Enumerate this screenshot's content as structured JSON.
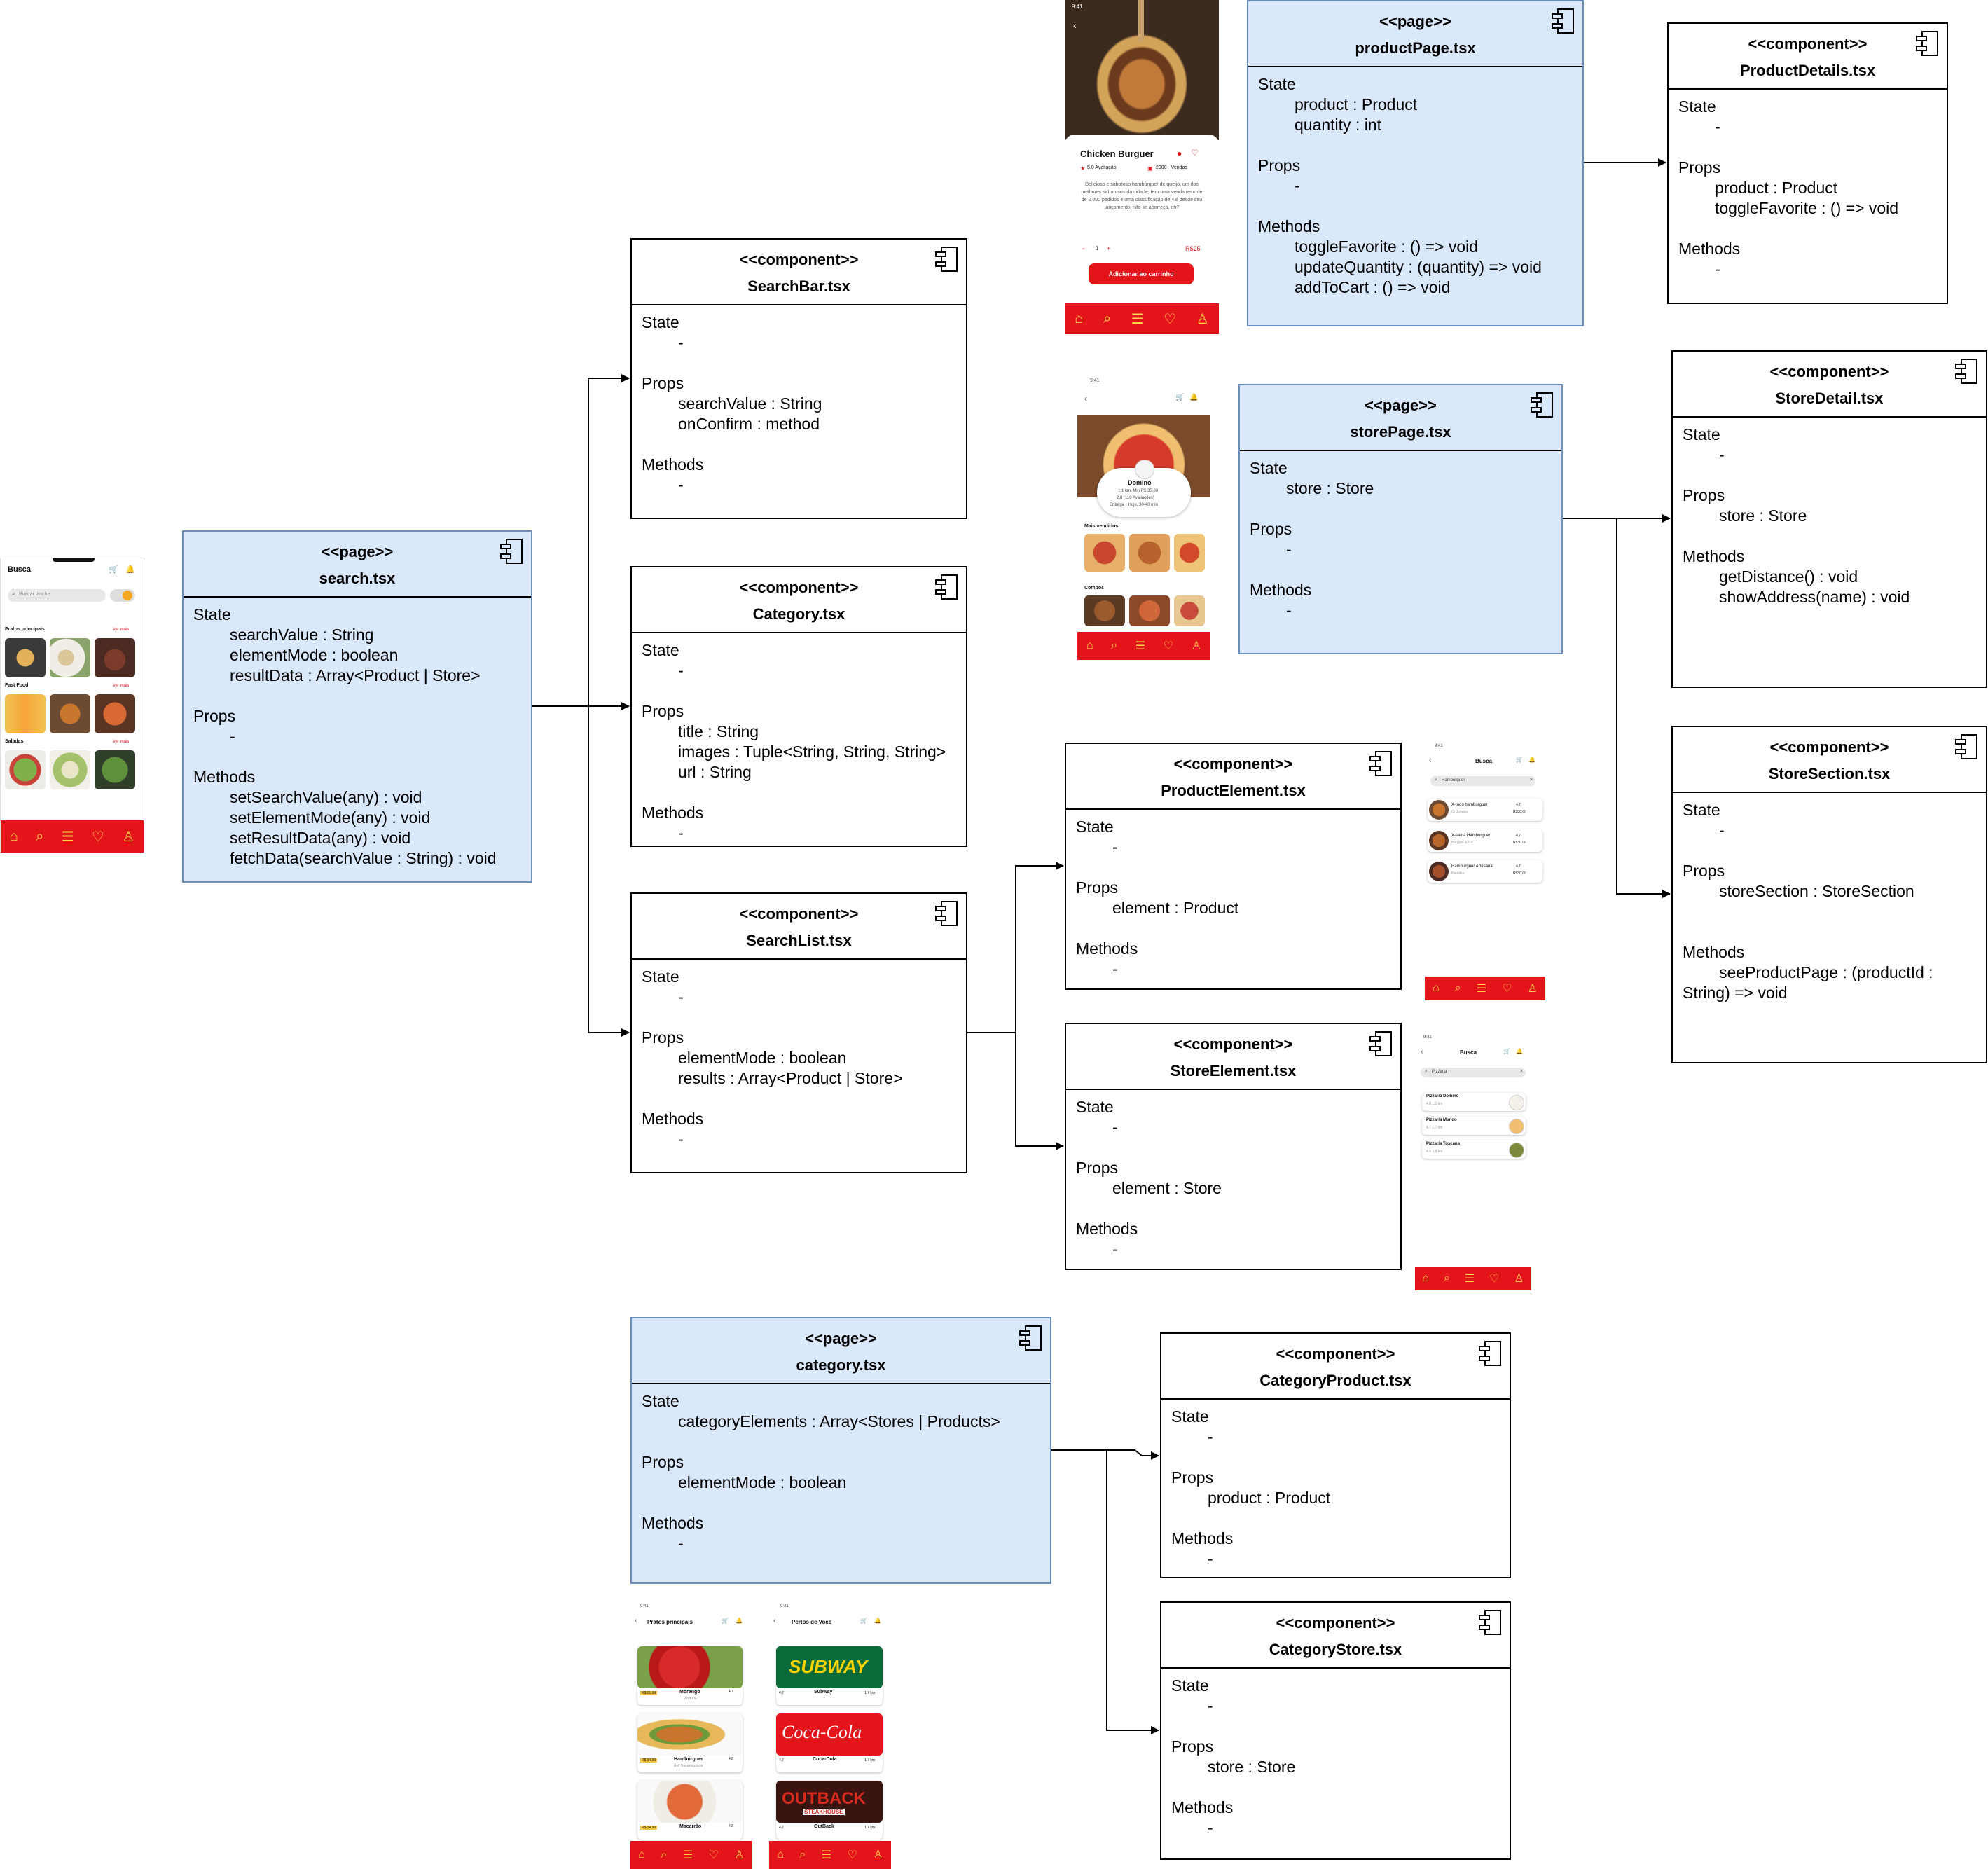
{
  "colors": {
    "page_fill": "#dae8fc",
    "page_border": "#6c8ebf",
    "component_fill": "#ffffff",
    "brand_red": "#e4141b",
    "nav_icon": "#ffd54a"
  },
  "boxes": {
    "search": {
      "stereotype": "<<page>>",
      "name": "search.tsx",
      "state_label": "State",
      "state": [
        "searchValue : String",
        "elementMode : boolean",
        "resultData : Array<Product | Store>"
      ],
      "props_label": "Props",
      "props": [
        "-"
      ],
      "methods_label": "Methods",
      "methods": [
        "setSearchValue(any) : void",
        "setElementMode(any) : void",
        "setResultData(any) : void",
        "fetchData(searchValue : String) : void"
      ]
    },
    "searchbar": {
      "stereotype": "<<component>>",
      "name": "SearchBar.tsx",
      "state_label": "State",
      "state": [
        "-"
      ],
      "props_label": "Props",
      "props": [
        "searchValue : String",
        "onConfirm : method"
      ],
      "methods_label": "Methods",
      "methods": [
        "-"
      ]
    },
    "category_comp": {
      "stereotype": "<<component>>",
      "name": "Category.tsx",
      "state_label": "State",
      "state": [
        "-"
      ],
      "props_label": "Props",
      "props": [
        "title : String",
        "images : Tuple<String, String, String>",
        "url : String"
      ],
      "methods_label": "Methods",
      "methods": [
        "-"
      ]
    },
    "searchlist": {
      "stereotype": "<<component>>",
      "name": "SearchList.tsx",
      "state_label": "State",
      "state": [
        "-"
      ],
      "props_label": "Props",
      "props": [
        "elementMode : boolean",
        "results : Array<Product | Store>"
      ],
      "methods_label": "Methods",
      "methods": [
        "-"
      ]
    },
    "productelement": {
      "stereotype": "<<component>>",
      "name": "ProductElement.tsx",
      "state_label": "State",
      "state": [
        "-"
      ],
      "props_label": "Props",
      "props": [
        "element : Product"
      ],
      "methods_label": "Methods",
      "methods": [
        "-"
      ]
    },
    "storeelement": {
      "stereotype": "<<component>>",
      "name": "StoreElement.tsx",
      "state_label": "State",
      "state": [
        "-"
      ],
      "props_label": "Props",
      "props": [
        "element : Store"
      ],
      "methods_label": "Methods",
      "methods": [
        "-"
      ]
    },
    "productpage": {
      "stereotype": "<<page>>",
      "name": "productPage.tsx",
      "state_label": "State",
      "state": [
        "product : Product",
        "quantity : int"
      ],
      "props_label": "Props",
      "props": [
        "-"
      ],
      "methods_label": "Methods",
      "methods": [
        "toggleFavorite : () => void",
        "updateQuantity : (quantity) => void",
        "addToCart : () => void"
      ]
    },
    "productdetails": {
      "stereotype": "<<component>>",
      "name": "ProductDetails.tsx",
      "state_label": "State",
      "state": [
        "-"
      ],
      "props_label": "Props",
      "props": [
        "product : Product",
        "toggleFavorite : () => void"
      ],
      "methods_label": "Methods",
      "methods": [
        "-"
      ]
    },
    "storepage": {
      "stereotype": "<<page>>",
      "name": "storePage.tsx",
      "state_label": "State",
      "state": [
        "store : Store"
      ],
      "props_label": "Props",
      "props": [
        "-"
      ],
      "methods_label": "Methods",
      "methods": [
        "-"
      ]
    },
    "storedetail": {
      "stereotype": "<<component>>",
      "name": "StoreDetail.tsx",
      "state_label": "State",
      "state": [
        "-"
      ],
      "props_label": "Props",
      "props": [
        "store : Store"
      ],
      "methods_label": "Methods",
      "methods": [
        "getDistance() : void",
        "showAddress(name) : void"
      ]
    },
    "storesection": {
      "stereotype": "<<component>>",
      "name": "StoreSection.tsx",
      "state_label": "State",
      "state": [
        "-"
      ],
      "props_label": "Props",
      "props": [
        "storeSection : StoreSection"
      ],
      "methods_label": "Methods",
      "methods_wrapped": "seeProductPage : (productId : String) => void"
    },
    "categorypage": {
      "stereotype": "<<page>>",
      "name": "category.tsx",
      "state_label": "State",
      "state": [
        "categoryElements : Array<Stores | Products>"
      ],
      "props_label": "Props",
      "props": [
        "elementMode : boolean"
      ],
      "methods_label": "Methods",
      "methods": [
        "-"
      ]
    },
    "categoryproduct": {
      "stereotype": "<<component>>",
      "name": "CategoryProduct.tsx",
      "state_label": "State",
      "state": [
        "-"
      ],
      "props_label": "Props",
      "props": [
        "product : Product"
      ],
      "methods_label": "Methods",
      "methods": [
        "-"
      ]
    },
    "categorystore": {
      "stereotype": "<<component>>",
      "name": "CategoryStore.tsx",
      "state_label": "State",
      "state": [
        "-"
      ],
      "props_label": "Props",
      "props": [
        "store : Store"
      ],
      "methods_label": "Methods",
      "methods": [
        "-"
      ]
    }
  },
  "mockups": {
    "search_screen": {
      "title": "Busca",
      "search_placeholder": "Buscar lanche",
      "sections": [
        "Pratos principais",
        "Fast Food",
        "Saladas"
      ],
      "see_more": "Ver mais"
    },
    "product_screen": {
      "time": "9:41",
      "product_name": "Chicken Burguer",
      "rating": "5.0 Avaliação",
      "sales": "2000+ Vendas",
      "description": "Delicioso e saboroso hambúrguer de queijo, um dos melhores saborosos da cidade, tem uma venda recorde de 2.000 pedidos e uma classificação de 4,8 desde seu lançamento, não se aborreça, oh?",
      "quantity": "1",
      "price": "R$25",
      "add_button": "Adicionar ao carrinho"
    },
    "store_screen": {
      "time": "9:41",
      "store_name": "Dominó",
      "store_info": "1,1 km, Min R$ 35,60",
      "store_rating": "2,8 (110 Avaliações)",
      "delivery": "Entrega • Hoje, 30-40 min",
      "section1": "Mais vendidos",
      "section2": "Combos"
    },
    "product_results": {
      "time": "9:41",
      "title": "Busca",
      "query": "Hamburguer",
      "items": [
        {
          "name": "X-tudo hamburguer",
          "store": "Cr Jomdos",
          "rating": "4.7",
          "price": "R$30,00"
        },
        {
          "name": "X-salda Hamburguer",
          "store": "Burguer & Co.",
          "rating": "4.7",
          "price": "R$30,00"
        },
        {
          "name": "Hamburguer Artesanal",
          "store": "Pernilha",
          "rating": "4.7",
          "price": "R$30,00"
        }
      ]
    },
    "store_results": {
      "time": "9:41",
      "title": "Busca",
      "query": "Pizzaria",
      "items": [
        {
          "name": "Pizzaria Domino",
          "meta": "4.8   1,1 km"
        },
        {
          "name": "Pizzaria Mundo",
          "meta": "4.7   1,7 km"
        },
        {
          "name": "Pizzaria Toscana",
          "meta": "4.8   3,8 km"
        }
      ]
    },
    "category_products": {
      "time": "9:41",
      "title": "Pratos principais",
      "items": [
        {
          "name": "Morango",
          "sub": "Verduria",
          "price": "R$ 21,99",
          "rating": "4.7"
        },
        {
          "name": "Hambúrguer",
          "sub": "Bell Hambúrgueria",
          "price": "R$ 34,90",
          "rating": "4.8"
        },
        {
          "name": "Macarrão",
          "sub": "",
          "price": "R$ 34,90",
          "rating": "4.8"
        }
      ]
    },
    "category_stores": {
      "time": "9:41",
      "title": "Pertos de Você",
      "items": [
        {
          "logo": "SUBWAY",
          "name": "Subway",
          "rating": "4.7",
          "dist": "1,7 km"
        },
        {
          "logo": "Coca-Cola",
          "name": "Coca-Cola",
          "rating": "4.7",
          "dist": "1,7 km"
        },
        {
          "logo": "OUTBACK",
          "logo_sub": "STEAKHOUSE",
          "name": "OutBack",
          "rating": "4.7",
          "dist": "1,7 km"
        }
      ]
    }
  }
}
